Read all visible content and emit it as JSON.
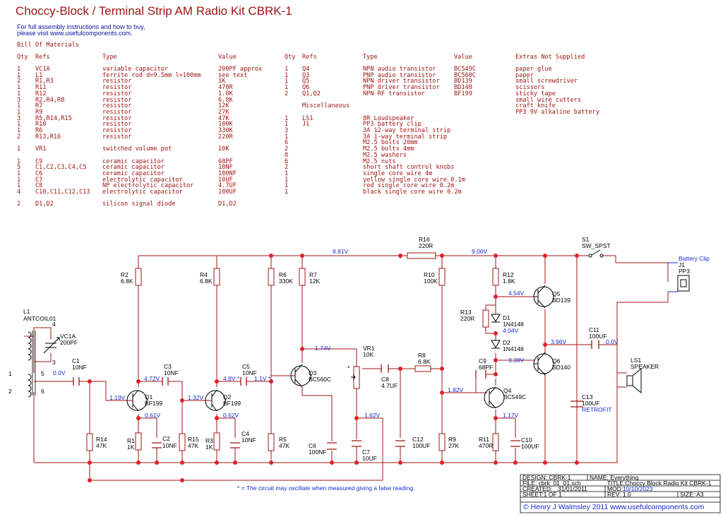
{
  "header": {
    "title": "Choccy-Block / Terminal Strip AM Radio Kit CBRK-1",
    "line1": "For full assembly instructions and how to buy,",
    "line2": "please visit www.usefulcomponents.com."
  },
  "bom": {
    "title": "Bill Of Materials",
    "left_headers": {
      "qty": "Qty",
      "refs": "Refs",
      "type": "Type",
      "value": "Value"
    },
    "left_rows": [
      {
        "qty": "1",
        "refs": "VC1A",
        "type": "variable capacitor",
        "value": "200PF approx",
        "gap": false
      },
      {
        "qty": "1",
        "refs": "L1",
        "type": "ferrite rod d=9.5mm l=100mm",
        "value": "see text",
        "gap": false
      },
      {
        "qty": "2",
        "refs": "R1,R3",
        "type": "resistor",
        "value": "1K",
        "gap": false
      },
      {
        "qty": "1",
        "refs": "R11",
        "type": "resistor",
        "value": "470R",
        "gap": false
      },
      {
        "qty": "1",
        "refs": "R12",
        "type": "resistor",
        "value": "1.8K",
        "gap": false
      },
      {
        "qty": "3",
        "refs": "R2,R4,R8",
        "type": "resistor",
        "value": "6.8K",
        "gap": false
      },
      {
        "qty": "1",
        "refs": "R7",
        "type": "resistor",
        "value": "12K",
        "gap": false
      },
      {
        "qty": "1",
        "refs": "R9",
        "type": "resistor",
        "value": "27K",
        "gap": false
      },
      {
        "qty": "3",
        "refs": "R5,R14,R15",
        "type": "resistor",
        "value": "47K",
        "gap": false
      },
      {
        "qty": "1",
        "refs": "R10",
        "type": "resistor",
        "value": "100K",
        "gap": false
      },
      {
        "qty": "1",
        "refs": "R6",
        "type": "resistor",
        "value": "330K",
        "gap": false
      },
      {
        "qty": "2",
        "refs": "R13,R16",
        "type": "resistor",
        "value": "220R",
        "gap": false
      },
      {
        "qty": "1",
        "refs": "VR1",
        "type": "switched volume pot",
        "value": "10K",
        "gap": true
      },
      {
        "qty": "1",
        "refs": "C9",
        "type": "ceramic capacitor",
        "value": "68PF",
        "gap": true
      },
      {
        "qty": "5",
        "refs": "C1,C2,C3,C4,C5",
        "type": "ceramic capacitor",
        "value": "10NF",
        "gap": false
      },
      {
        "qty": "1",
        "refs": "C6",
        "type": "ceramic capacitor",
        "value": "100NF",
        "gap": false
      },
      {
        "qty": "1",
        "refs": "C7",
        "type": "electrolytic capacitor",
        "value": "10UF",
        "gap": false
      },
      {
        "qty": "1",
        "refs": "C8",
        "type": "NP electrolytic capacitor",
        "value": "4.7UF",
        "gap": false
      },
      {
        "qty": "4",
        "refs": "C10,C11,C12,C13",
        "type": "electrolytic capacitor",
        "value": "100UF",
        "gap": false
      },
      {
        "qty": "2",
        "refs": "D1,D2",
        "type": "silicon signal diode",
        "value": "D1,D2",
        "gap": true
      }
    ],
    "right_headers": {
      "qty": "Qty",
      "refs": "Refs",
      "type": "Type",
      "value": "Value",
      "extras": "Extras Not Supplied"
    },
    "right_rows": [
      {
        "qty": "1",
        "refs": "Q4",
        "type": "NPN audio transistor",
        "value": "BC549C",
        "gap": false
      },
      {
        "qty": "1",
        "refs": "Q3",
        "type": "PNP audio transistor",
        "value": "BC560C",
        "gap": false
      },
      {
        "qty": "1",
        "refs": "Q5",
        "type": "NPN driver transistor",
        "value": "BD139",
        "gap": false
      },
      {
        "qty": "1",
        "refs": "Q6",
        "type": "PNP driver transistor",
        "value": "BD140",
        "gap": false
      },
      {
        "qty": "2",
        "refs": "Q1,Q2",
        "type": "NPN RF transistor",
        "value": "BF199",
        "gap": false
      },
      {
        "qty": "",
        "refs": "Miscellaneous",
        "type": "",
        "value": "",
        "gap": true
      },
      {
        "qty": "1",
        "refs": "LS1",
        "type": "8R Loudspeaker",
        "value": "",
        "gap": true
      },
      {
        "qty": "1",
        "refs": "J1",
        "type": "PP3 battery clip",
        "value": "",
        "gap": false
      },
      {
        "qty": "3",
        "refs": "",
        "type": "3A 12-way terminal strip",
        "value": "",
        "gap": false
      },
      {
        "qty": "1",
        "refs": "",
        "type": "3A 1-way terminal strip",
        "value": "",
        "gap": false
      },
      {
        "qty": "6",
        "refs": "",
        "type": "M2.5 bolts 20mm",
        "value": "",
        "gap": false
      },
      {
        "qty": "2",
        "refs": "",
        "type": "M2.5 bolts 4mm",
        "value": "",
        "gap": false
      },
      {
        "qty": "8",
        "refs": "",
        "type": "M2.5 washers",
        "value": "",
        "gap": false
      },
      {
        "qty": "6",
        "refs": "",
        "type": "M2.5 nuts",
        "value": "",
        "gap": false
      },
      {
        "qty": "2",
        "refs": "",
        "type": "short shaft control knobs",
        "value": "",
        "gap": false
      },
      {
        "qty": "1",
        "refs": "",
        "type": "single core wire 4m",
        "value": "",
        "gap": false
      },
      {
        "qty": "1",
        "refs": "",
        "type": "yellow single core wire 0.1m",
        "value": "",
        "gap": false
      },
      {
        "qty": "1",
        "refs": "",
        "type": "red single core wire 0.2m",
        "value": "",
        "gap": false
      },
      {
        "qty": "1",
        "refs": "",
        "type": "black single core wire 0.2m",
        "value": "",
        "gap": false
      }
    ],
    "extras": [
      "paper glue",
      "paper",
      "small screwdriver",
      "scissors",
      "sticky tape",
      "small wire cutters",
      "craft knife",
      "PP3 9V alkaline battery"
    ]
  },
  "schematic": {
    "labels": {
      "L1": "L1",
      "ANTCOIL01": "ANTCOIL01",
      "p4": "4",
      "p3": "3",
      "p5": "5",
      "p6": "6",
      "p1": "1",
      "p2": "2",
      "VC1A": "VC1A",
      "VC1A_v": "200PF",
      "C1": "C1",
      "C1_v": "10NF",
      "C2": "C2",
      "C2_v": "10NF",
      "C3": "C3",
      "C3_v": "10NF",
      "C4": "C4",
      "C4_v": "10NF",
      "C5": "C5",
      "C5_v": "10NF",
      "C6": "C6",
      "C6_v": "100NF",
      "C7": "C7",
      "C7_v": "10UF",
      "C8": "C8",
      "C8_v": "4.7UF",
      "C9": "C9",
      "C9_v": "68PF",
      "C10": "C10",
      "C10_v": "100UF",
      "C11": "C11",
      "C11_v": "100UF",
      "C12": "C12",
      "C12_v": "100UF",
      "C13": "C13",
      "C13_v": "100UF",
      "RETROFIT": "RETROFIT",
      "R1": "R1",
      "R1_v": "1K",
      "R2": "R2",
      "R2_v": "6.8K",
      "R3": "R3",
      "R3_v": "1K",
      "R4": "R4",
      "R4_v": "6.8K",
      "R5": "R5",
      "R5_v": "47K",
      "R6": "R6",
      "R6_v": "330K",
      "R7": "R7",
      "R7_v": "12K",
      "R8": "R8",
      "R8_v": "6.8K",
      "R9": "R9",
      "R9_v": "27K",
      "R10": "R10",
      "R10_v": "100K",
      "R11": "R11",
      "R11_v": "470R",
      "R12": "R12",
      "R12_v": "1.8K",
      "R13": "R13",
      "R13_v": "220R",
      "R14": "R14",
      "R14_v": "47K",
      "R15": "R15",
      "R15_v": "47K",
      "R16": "R16",
      "R16_v": "220R",
      "VR1": "VR1",
      "VR1_v": "10K",
      "Q1": "Q1",
      "Q1_v": "BF199",
      "Q2": "Q2",
      "Q2_v": "BF199",
      "Q3": "Q3",
      "Q3_v": "BC560C",
      "Q4": "Q4",
      "Q4_v": "BC549C",
      "Q5": "Q5",
      "Q5_v": "BD139",
      "Q6": "Q6",
      "Q6_v": "BD140",
      "D1": "D1",
      "D1_v": "1N4148",
      "D2": "D2",
      "D2_v": "1N4148",
      "S1": "S1",
      "S1_v": "SW_SPST",
      "J1": "J1",
      "J1_v": "PP3",
      "battery": "Battery Clip",
      "LS1": "LS1",
      "LS1_v": "SPEAKER",
      "star": "*"
    },
    "voltages": {
      "v881": "8.81V",
      "v900": "9.00V",
      "v0a": "0.0V",
      "v119": "1.19V",
      "v472": "4.72V",
      "v061": "0.61V",
      "v132": "1.32V",
      "v48": "4.8V *",
      "v062": "0.62V",
      "v11": "1.1V *",
      "v174": "1.74V",
      "v162": "1.62V",
      "v182": "1.82V",
      "v454": "4.54V",
      "v404": "4.04V",
      "v396": "3.96V",
      "v338": "3.38V",
      "v117": "1.17V",
      "v0b": "0.0V"
    },
    "note": "* = The circuit may oscillate when measured giving a false reading."
  },
  "titleblock": {
    "design": "DESIGN:  CBRK-1",
    "name": "NAME:  Everything",
    "file": "FILE: cbrk_01_01.sch",
    "title": "TITLE:Choccy Block Radio Kit CBRK-1",
    "created_label": "CREATED:",
    "created": "31/01/2011",
    "mod_label": "MOD:",
    "mod": "10/10/2023",
    "sheet": "SHEET:1     OF  1",
    "rev": "REV: 1.0",
    "size": "SIZE: A3",
    "copyright": "© Henry J Walmsley 2011 www.usefulcomponents.com"
  },
  "colors": {
    "wire": "#a01515",
    "junction": "#e0202a",
    "label": "#000000",
    "voltage": "#1a2ad0",
    "battery_wire": "#1a2ad0"
  }
}
